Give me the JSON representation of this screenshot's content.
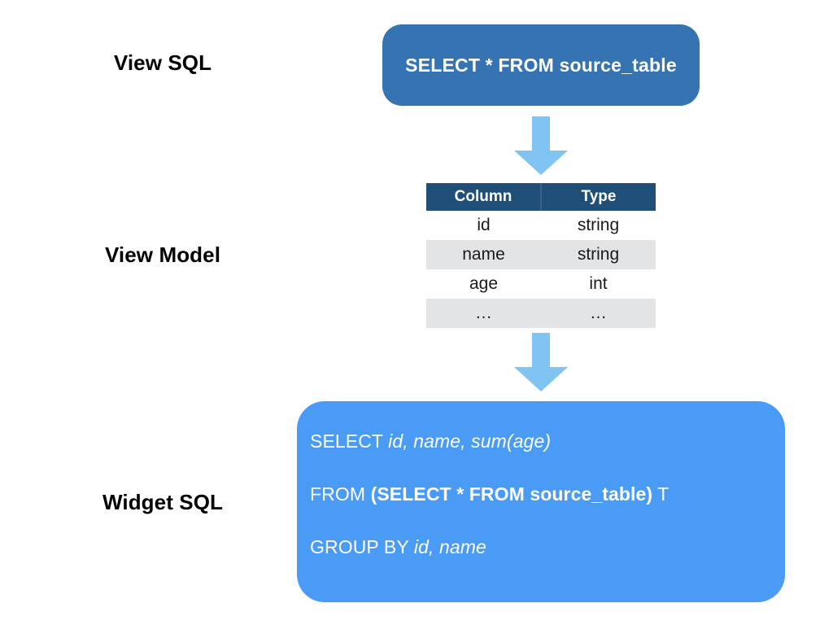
{
  "diagram": {
    "title": "View SQL to View Model to Widget SQL",
    "colors": {
      "view_sql_box": "#3573B3",
      "widget_sql_box": "#4A9BF5",
      "arrow": "#7FC4F2",
      "table_header": "#1F4E79",
      "table_row_shaded": "#E3E4E6",
      "background": "#FFFFFF",
      "label_text": "#000000"
    },
    "rows": [
      {
        "label": "View SQL"
      },
      {
        "label": "View Model"
      },
      {
        "label": "Widget SQL"
      }
    ],
    "view_sql": {
      "text": "SELECT * FROM source_table"
    },
    "arrows": [
      {
        "name": "arrow-view-sql-to-view-model",
        "direction": "down"
      },
      {
        "name": "arrow-view-model-to-widget-sql",
        "direction": "down"
      }
    ],
    "view_model": {
      "headers": [
        "Column",
        "Type"
      ],
      "rows": [
        [
          "id",
          "string"
        ],
        [
          "name",
          "string"
        ],
        [
          "age",
          "int"
        ],
        [
          "…",
          "…"
        ]
      ]
    },
    "widget_sql": {
      "lines": [
        {
          "parts": [
            {
              "text": "SELECT ",
              "style": "regular"
            },
            {
              "text": "id, name, sum(age)",
              "style": "italic"
            }
          ]
        },
        {
          "parts": [
            {
              "text": "FROM ",
              "style": "regular"
            },
            {
              "text": "(SELECT * FROM source_table)",
              "style": "bold"
            },
            {
              "text": " T",
              "style": "regular"
            }
          ]
        },
        {
          "parts": [
            {
              "text": "GROUP BY ",
              "style": "regular"
            },
            {
              "text": "id, name",
              "style": "italic"
            }
          ]
        }
      ]
    }
  }
}
